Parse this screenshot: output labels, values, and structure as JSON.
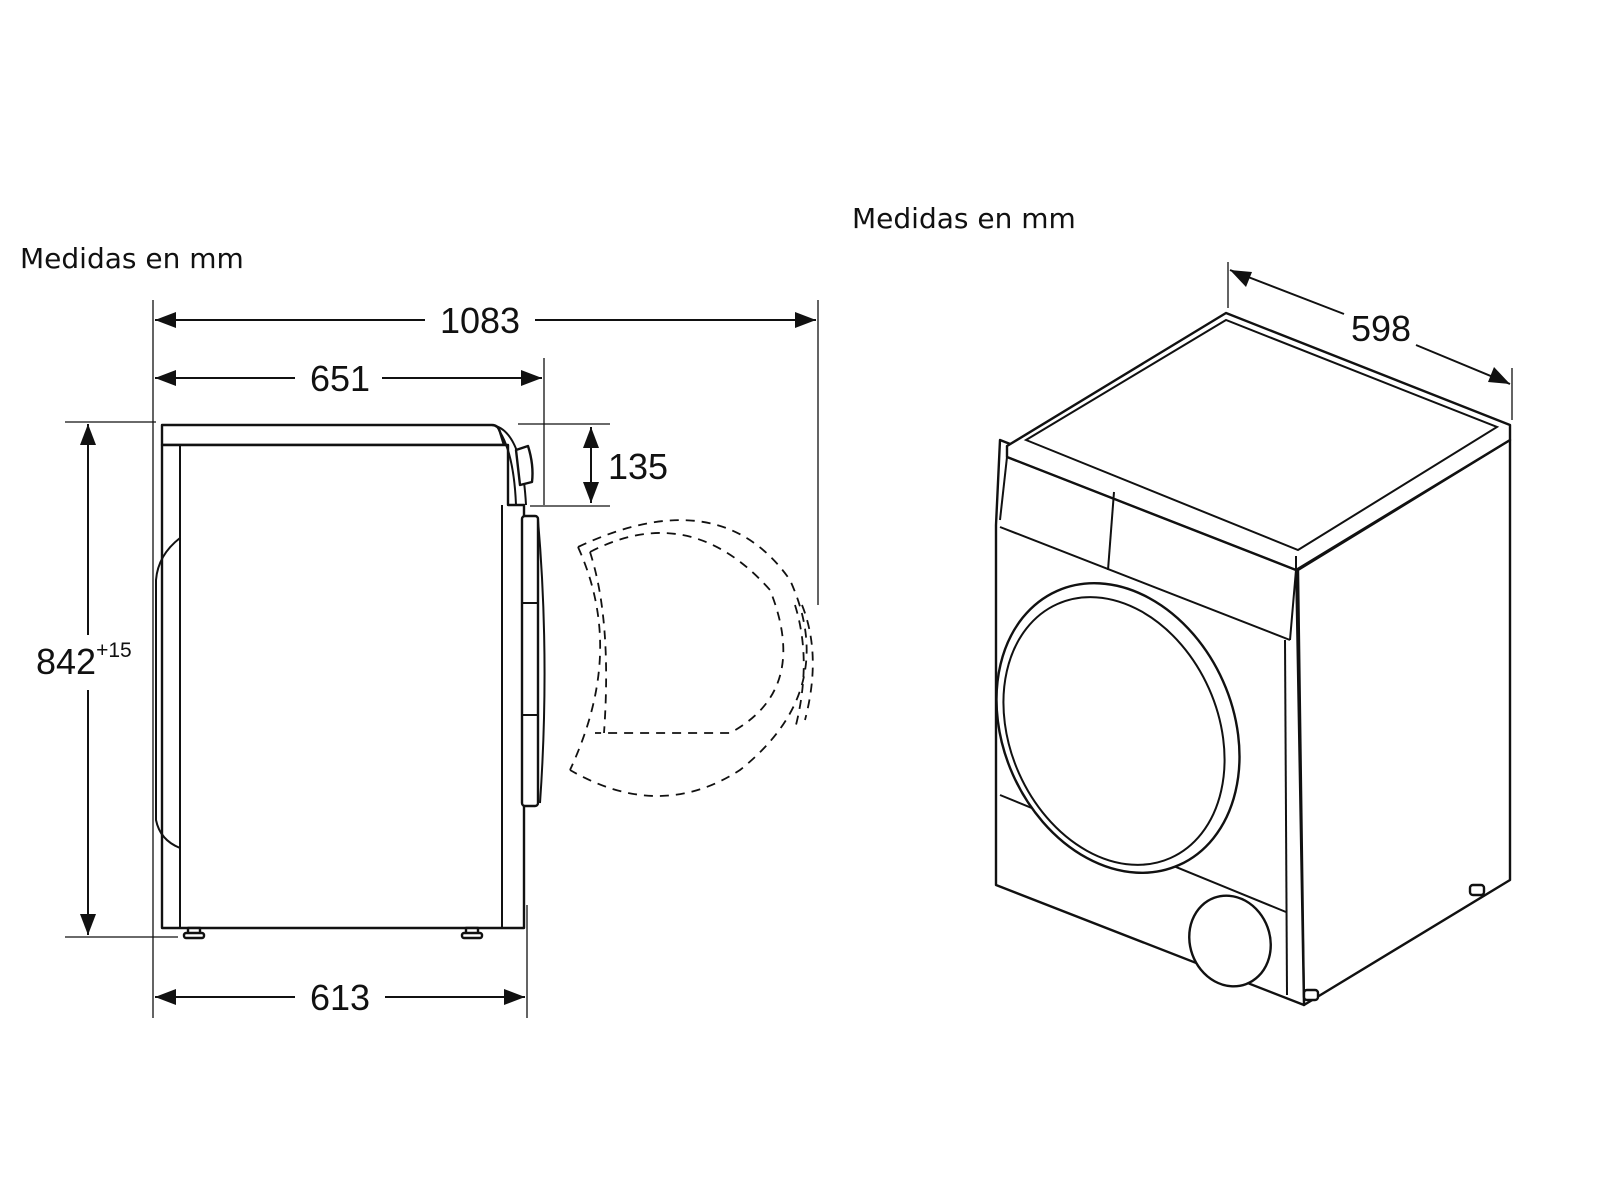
{
  "side_view": {
    "caption": "Medidas en mm",
    "depth_total": "1083",
    "depth_body": "651",
    "depth_base": "613",
    "height": "842",
    "height_tolerance": "+15",
    "top_panel_height": "135"
  },
  "perspective_view": {
    "caption": "Medidas en mm",
    "width": "598"
  }
}
